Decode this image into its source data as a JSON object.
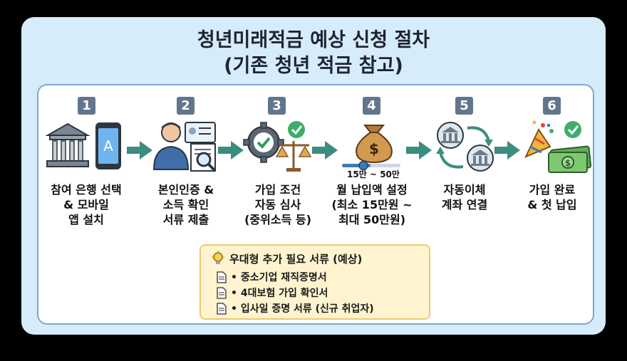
{
  "title": {
    "line1": "청년미래적금 예상 신청 절차",
    "line2": "(기존 청년 적금 참고)"
  },
  "steps": [
    {
      "num": "1",
      "lines": [
        "참여 은행 선택",
        "& 모바일",
        "앱 설치"
      ],
      "icon": "bank-and-phone-icon"
    },
    {
      "num": "2",
      "lines": [
        "본인인증 &",
        "소득 확인",
        "서류 제출"
      ],
      "icon": "person-id-document-icon"
    },
    {
      "num": "3",
      "lines": [
        "가입 조건",
        "자동 심사",
        "(중위소득 등)"
      ],
      "icon": "gear-check-scale-icon"
    },
    {
      "num": "4",
      "lines": [
        "월 납입액 설정",
        "(최소 15만원 ~",
        "최대 50만원)"
      ],
      "icon": "money-bag-slider-icon",
      "slider_label": "15만 ~ 50만"
    },
    {
      "num": "5",
      "lines": [
        "자동이체",
        "계좌 연결"
      ],
      "icon": "bank-transfer-icon"
    },
    {
      "num": "6",
      "lines": [
        "가입 완료",
        "& 첫 납입"
      ],
      "icon": "celebration-money-icon"
    }
  ],
  "docs": {
    "title": "우대형 추가 필요 서류 (예상)",
    "items": [
      "• 중소기업 재직증명서",
      "• 4대보험 가입 확인서",
      "• 입사일 증명 서류 (신규 취업자)"
    ]
  },
  "colors": {
    "card_bg": "#d6ecfb",
    "panel_border": "#7ea7cc",
    "number_badge": "#61758d",
    "arrow": "#3c8d7d",
    "docs_bg": "#fff4cf",
    "docs_border": "#ecc873"
  }
}
